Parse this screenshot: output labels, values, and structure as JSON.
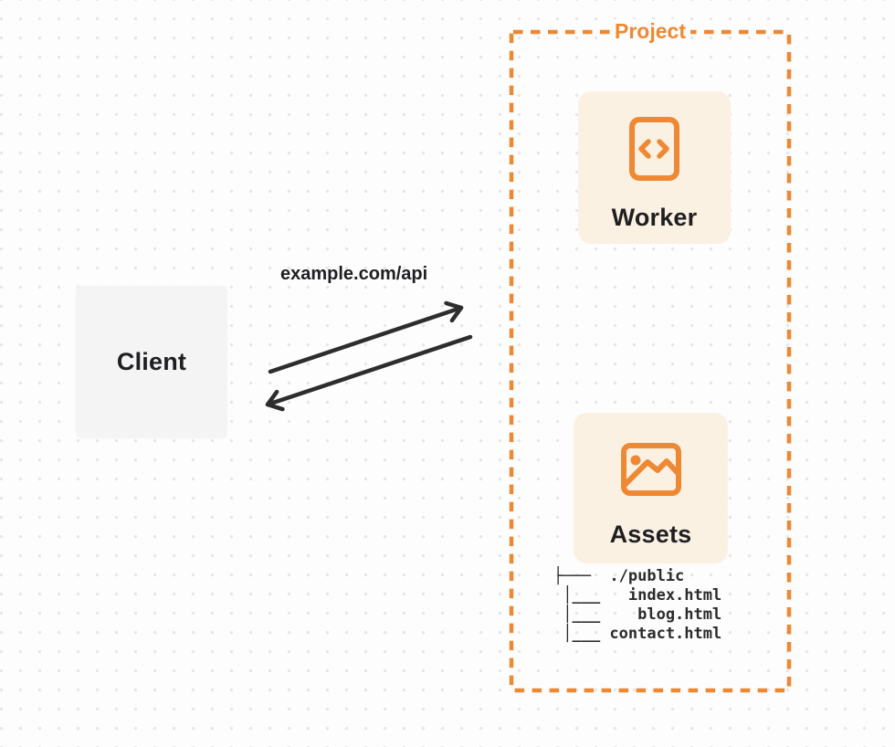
{
  "diagram": {
    "client": {
      "label": "Client"
    },
    "request_label": "example.com/api",
    "project": {
      "title": "Project",
      "worker": {
        "label": "Worker",
        "icon": "code-file-icon"
      },
      "assets": {
        "label": "Assets",
        "icon": "image-icon"
      },
      "file_tree": {
        "lines": [
          "├───  ./public",
          " │___   index.html",
          " │___    blog.html",
          " │___ contact.html"
        ]
      }
    },
    "colors": {
      "accent_orange": "#EE8833",
      "panel_cream": "#FBF1E3",
      "client_gray": "#F4F4F5",
      "ink": "#1F1F22",
      "arrow": "#2D2D2D",
      "page_bg": "#FDFDFD",
      "dot_grid": "#E7E7E9"
    }
  }
}
